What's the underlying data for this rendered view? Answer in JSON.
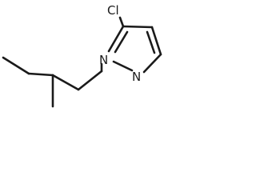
{
  "molecule": {
    "atoms": {
      "chlorine": "Cl",
      "nitrogen_1": "N",
      "nitrogen_2": "N"
    },
    "colors": {
      "bond": "#1a1a1a",
      "label": "#1a1a1a",
      "background": "#ffffff"
    }
  }
}
